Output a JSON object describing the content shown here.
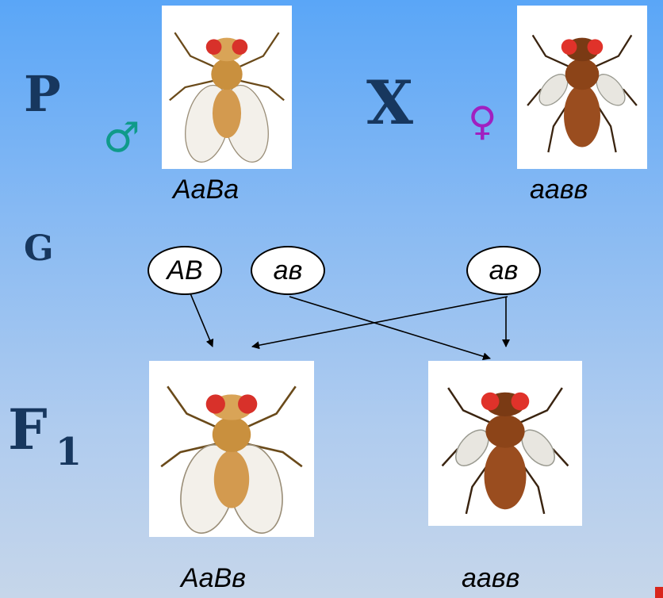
{
  "rows": {
    "p": "P",
    "g": "G",
    "f": "F",
    "f_sub": "1"
  },
  "cross_symbol": "X",
  "sex_symbols": {
    "male": "♂",
    "female": "♀",
    "male_color": "#0f9a8a",
    "female_color": "#a020c0"
  },
  "parents": {
    "male": {
      "genotype": "AaBa",
      "fly": "grey-long-wing-fly"
    },
    "female": {
      "genotype": "aaвв",
      "fly": "black-vestigial-wing-fly"
    }
  },
  "gametes": {
    "male_1": "AB",
    "male_2": "aв",
    "female_1": "aв"
  },
  "offspring": {
    "first": {
      "genotype": "AaBв",
      "fly": "grey-long-wing-fly"
    },
    "second": {
      "genotype": "aaвв",
      "fly": "black-vestigial-wing-fly"
    }
  },
  "colors": {
    "letters": "#17375e",
    "bg_top": "#5aa6f7",
    "bg_bottom": "#c6d6ea"
  }
}
